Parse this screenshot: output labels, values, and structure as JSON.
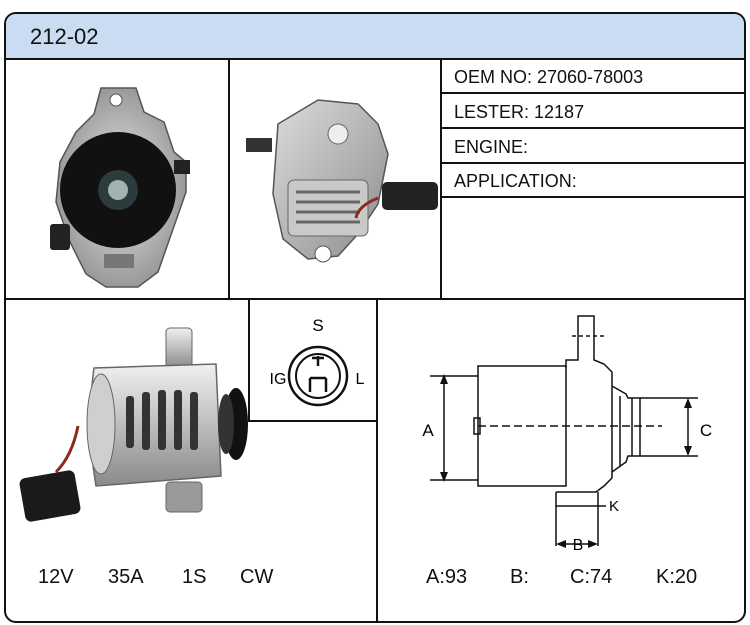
{
  "header": {
    "code": "212-02"
  },
  "specs": {
    "oem": "OEM NO: 27060-78003",
    "lester": "LESTER: 12187",
    "engine": "ENGINE:",
    "application": "APPLICATION:"
  },
  "connector": {
    "s": "S",
    "ig": "IG",
    "l": "L"
  },
  "diagram_labels": {
    "a": "A",
    "b": "B",
    "c": "C",
    "k": "K"
  },
  "electrical": {
    "voltage": "12V",
    "amperage": "35A",
    "groove": "1S",
    "rotation": "CW"
  },
  "dimensions": {
    "a": "A:93",
    "b": "B:",
    "c": "C:74",
    "k": "K:20"
  },
  "colors": {
    "header": "#c9dcf2",
    "border": "#111111"
  }
}
